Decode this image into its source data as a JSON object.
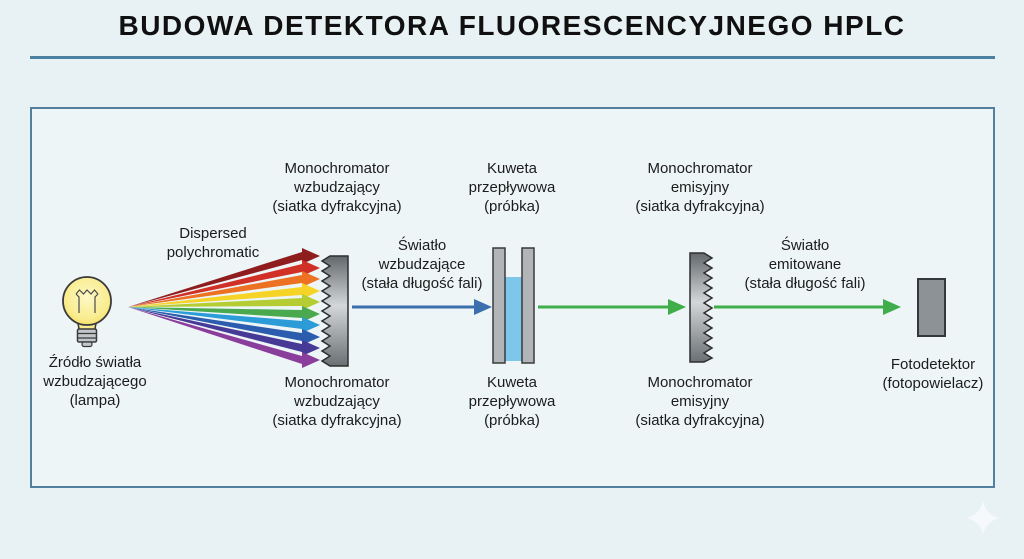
{
  "title": "BUDOWA DETEKTORA FLUORESCENCYJNEGO HPLC",
  "colors": {
    "accent_border": "#53809f",
    "excitation_arrow": "#3c6fae",
    "emission_arrow": "#3fae4a",
    "flow_cell_liquid": "#7ec7ea",
    "background": "#e8f1f4"
  },
  "diagram": {
    "source": "Źródło światła\nwzbudzającego\n(lampa)",
    "dispersed": "Dispersed\npolychromatic",
    "mono_excitation_top": "Monochromator\nwzbudzający\n(siatka dyfrakcyjna)",
    "mono_excitation_bottom": "Monochromator\nwzbudzający\n(siatka dyfrakcyjna)",
    "excitation_light": "Światło\nwzbudzające\n(stała długość fali)",
    "flow_cell_top": "Kuweta\nprzepływowa\n(próbka)",
    "flow_cell_bottom": "Kuweta\nprzepływowa\n(próbka)",
    "mono_emission_top": "Monochromator\nemisyjny\n(siatka dyfrakcyjna)",
    "mono_emission_bottom": "Monochromator\nemisyjny\n(siatka dyfrakcyjna)",
    "emitted_light": "Światło\nemitowane\n(stała długość fali)",
    "photodetector": "Fotodetektor\n(fotopowielacz)",
    "rainbow_colors": [
      "#8f1d1d",
      "#d13026",
      "#ec7123",
      "#f6d327",
      "#b5cc32",
      "#4aa94e",
      "#2b9cd8",
      "#2b5cad",
      "#463a96",
      "#8b3d9c"
    ]
  }
}
